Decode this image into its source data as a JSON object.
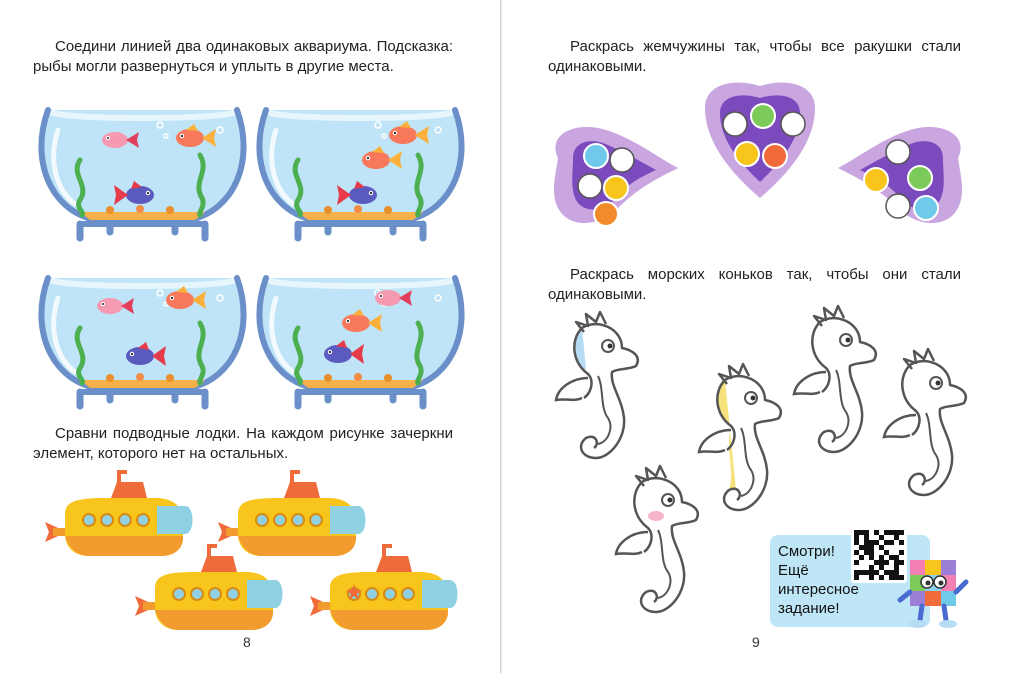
{
  "left_page": {
    "task1": "Соедини линией два одинаковых аквариума. Подсказка: рыбы могли развернуться и уплыть в другие места.",
    "task2": "Сравни подводные лодки. На каждом рисунке зачеркни элемент, которого нет на остальных.",
    "page_number": "8"
  },
  "right_page": {
    "task1": "Раскрась жемчужины так, чтобы все ракушки стали одинаковыми.",
    "task2": "Раскрась морских коньков так, чтобы они стали одинаковыми.",
    "page_number": "9",
    "qr_promo": {
      "line1": "Смотри!",
      "line2": "Ещё",
      "line3": "интересное",
      "line4": "задание!"
    }
  },
  "colors": {
    "water": "#bfe4f7",
    "bowl_rim": "#6b8fc9",
    "submarine": "#f7c51b",
    "submarine_window": "#8fd0e3",
    "shell": "#c9a6e0",
    "shell_inner": "#7b4bbd",
    "promo_bg": "#bfe6f6"
  },
  "icons": [
    "aquarium-icon",
    "fish-icon",
    "submarine-icon",
    "shell-icon",
    "pearl-icon",
    "seahorse-icon",
    "qr-code-icon",
    "mascot-icon"
  ]
}
